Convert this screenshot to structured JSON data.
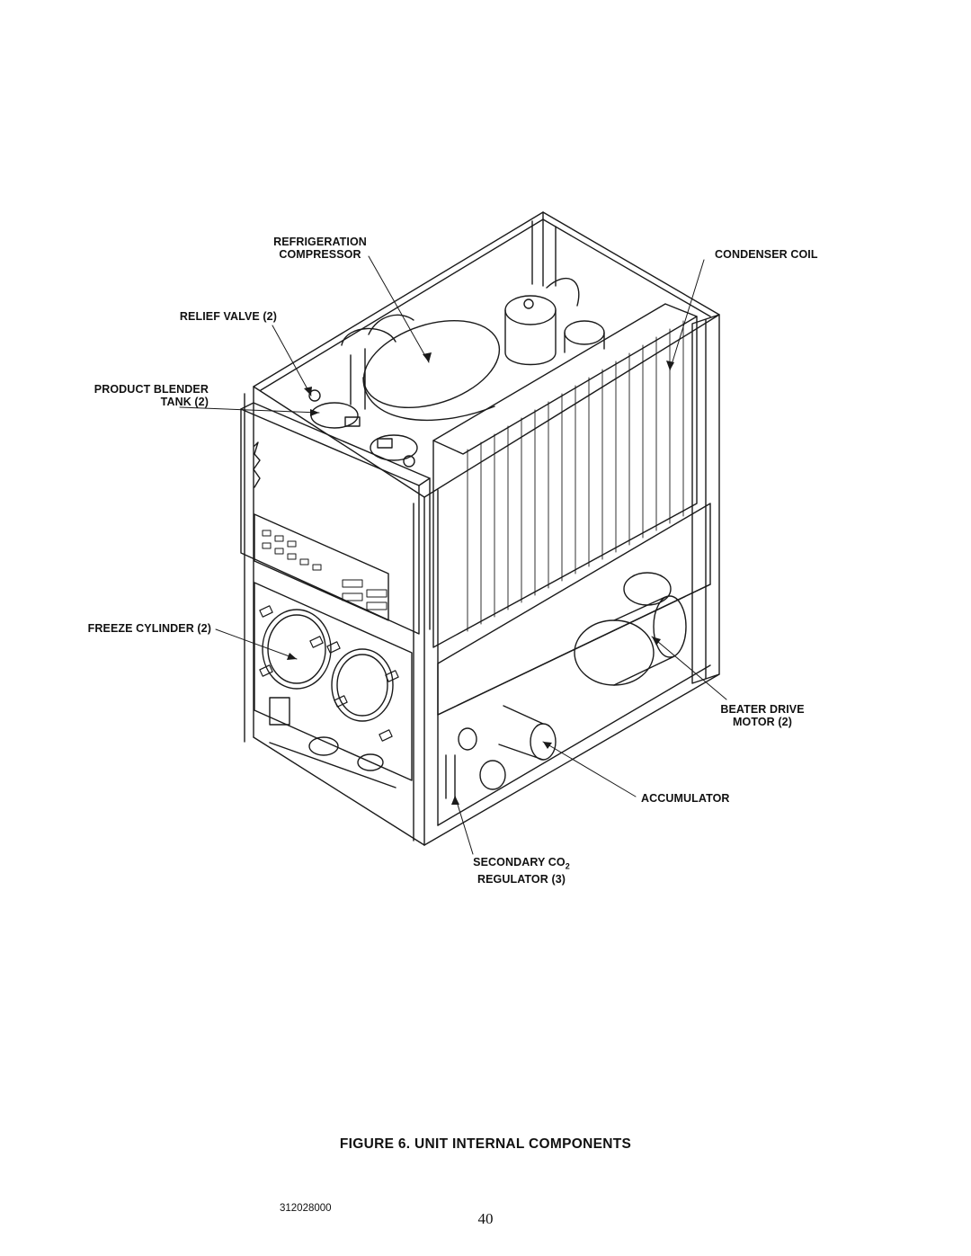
{
  "figure": {
    "caption": "FIGURE 6. UNIT INTERNAL COMPONENTS",
    "labels": {
      "refrigeration_compressor": [
        "REFRIGERATION",
        "COMPRESSOR"
      ],
      "condenser_coil": "CONDENSER COIL",
      "relief_valve": "RELIEF VALVE (2)",
      "product_blender_tank": [
        "PRODUCT BLENDER",
        "TANK (2)"
      ],
      "freeze_cylinder": "FREEZE CYLINDER (2)",
      "beater_drive_motor": [
        "BEATER DRIVE",
        "MOTOR (2)"
      ],
      "accumulator": "ACCUMULATOR",
      "secondary_co2_regulator": [
        "SECONDARY CO",
        "2",
        "REGULATOR (3)"
      ]
    }
  },
  "footer": {
    "document_number": "312028000",
    "page_number": "40"
  }
}
